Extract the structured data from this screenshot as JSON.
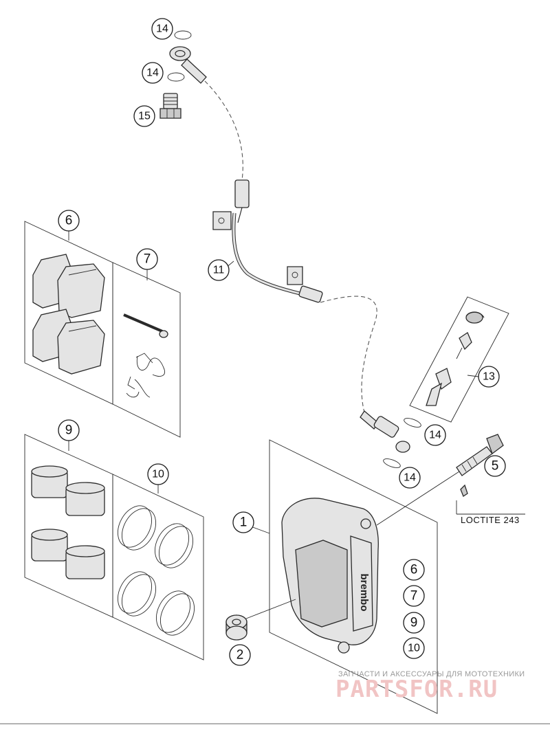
{
  "callouts": {
    "c14_top": "14",
    "c14_mid": "14",
    "c15": "15",
    "c6": "6",
    "c7": "7",
    "c11": "11",
    "c13": "13",
    "c9": "9",
    "c10": "10",
    "c14_right_a": "14",
    "c14_right_b": "14",
    "c5": "5",
    "c1": "1",
    "c2": "2",
    "c6_list": "6",
    "c7_list": "7",
    "c9_list": "9",
    "c10_list": "10"
  },
  "note": {
    "loctite": "LOCTITE 243"
  },
  "caliper_brand": "brembo",
  "watermark": {
    "caption": "ЗАПЧАСТИ И АКСЕССУАРЫ ДЛЯ МОТОТЕХНИКИ",
    "logo": "PARTSFOR.RU"
  }
}
